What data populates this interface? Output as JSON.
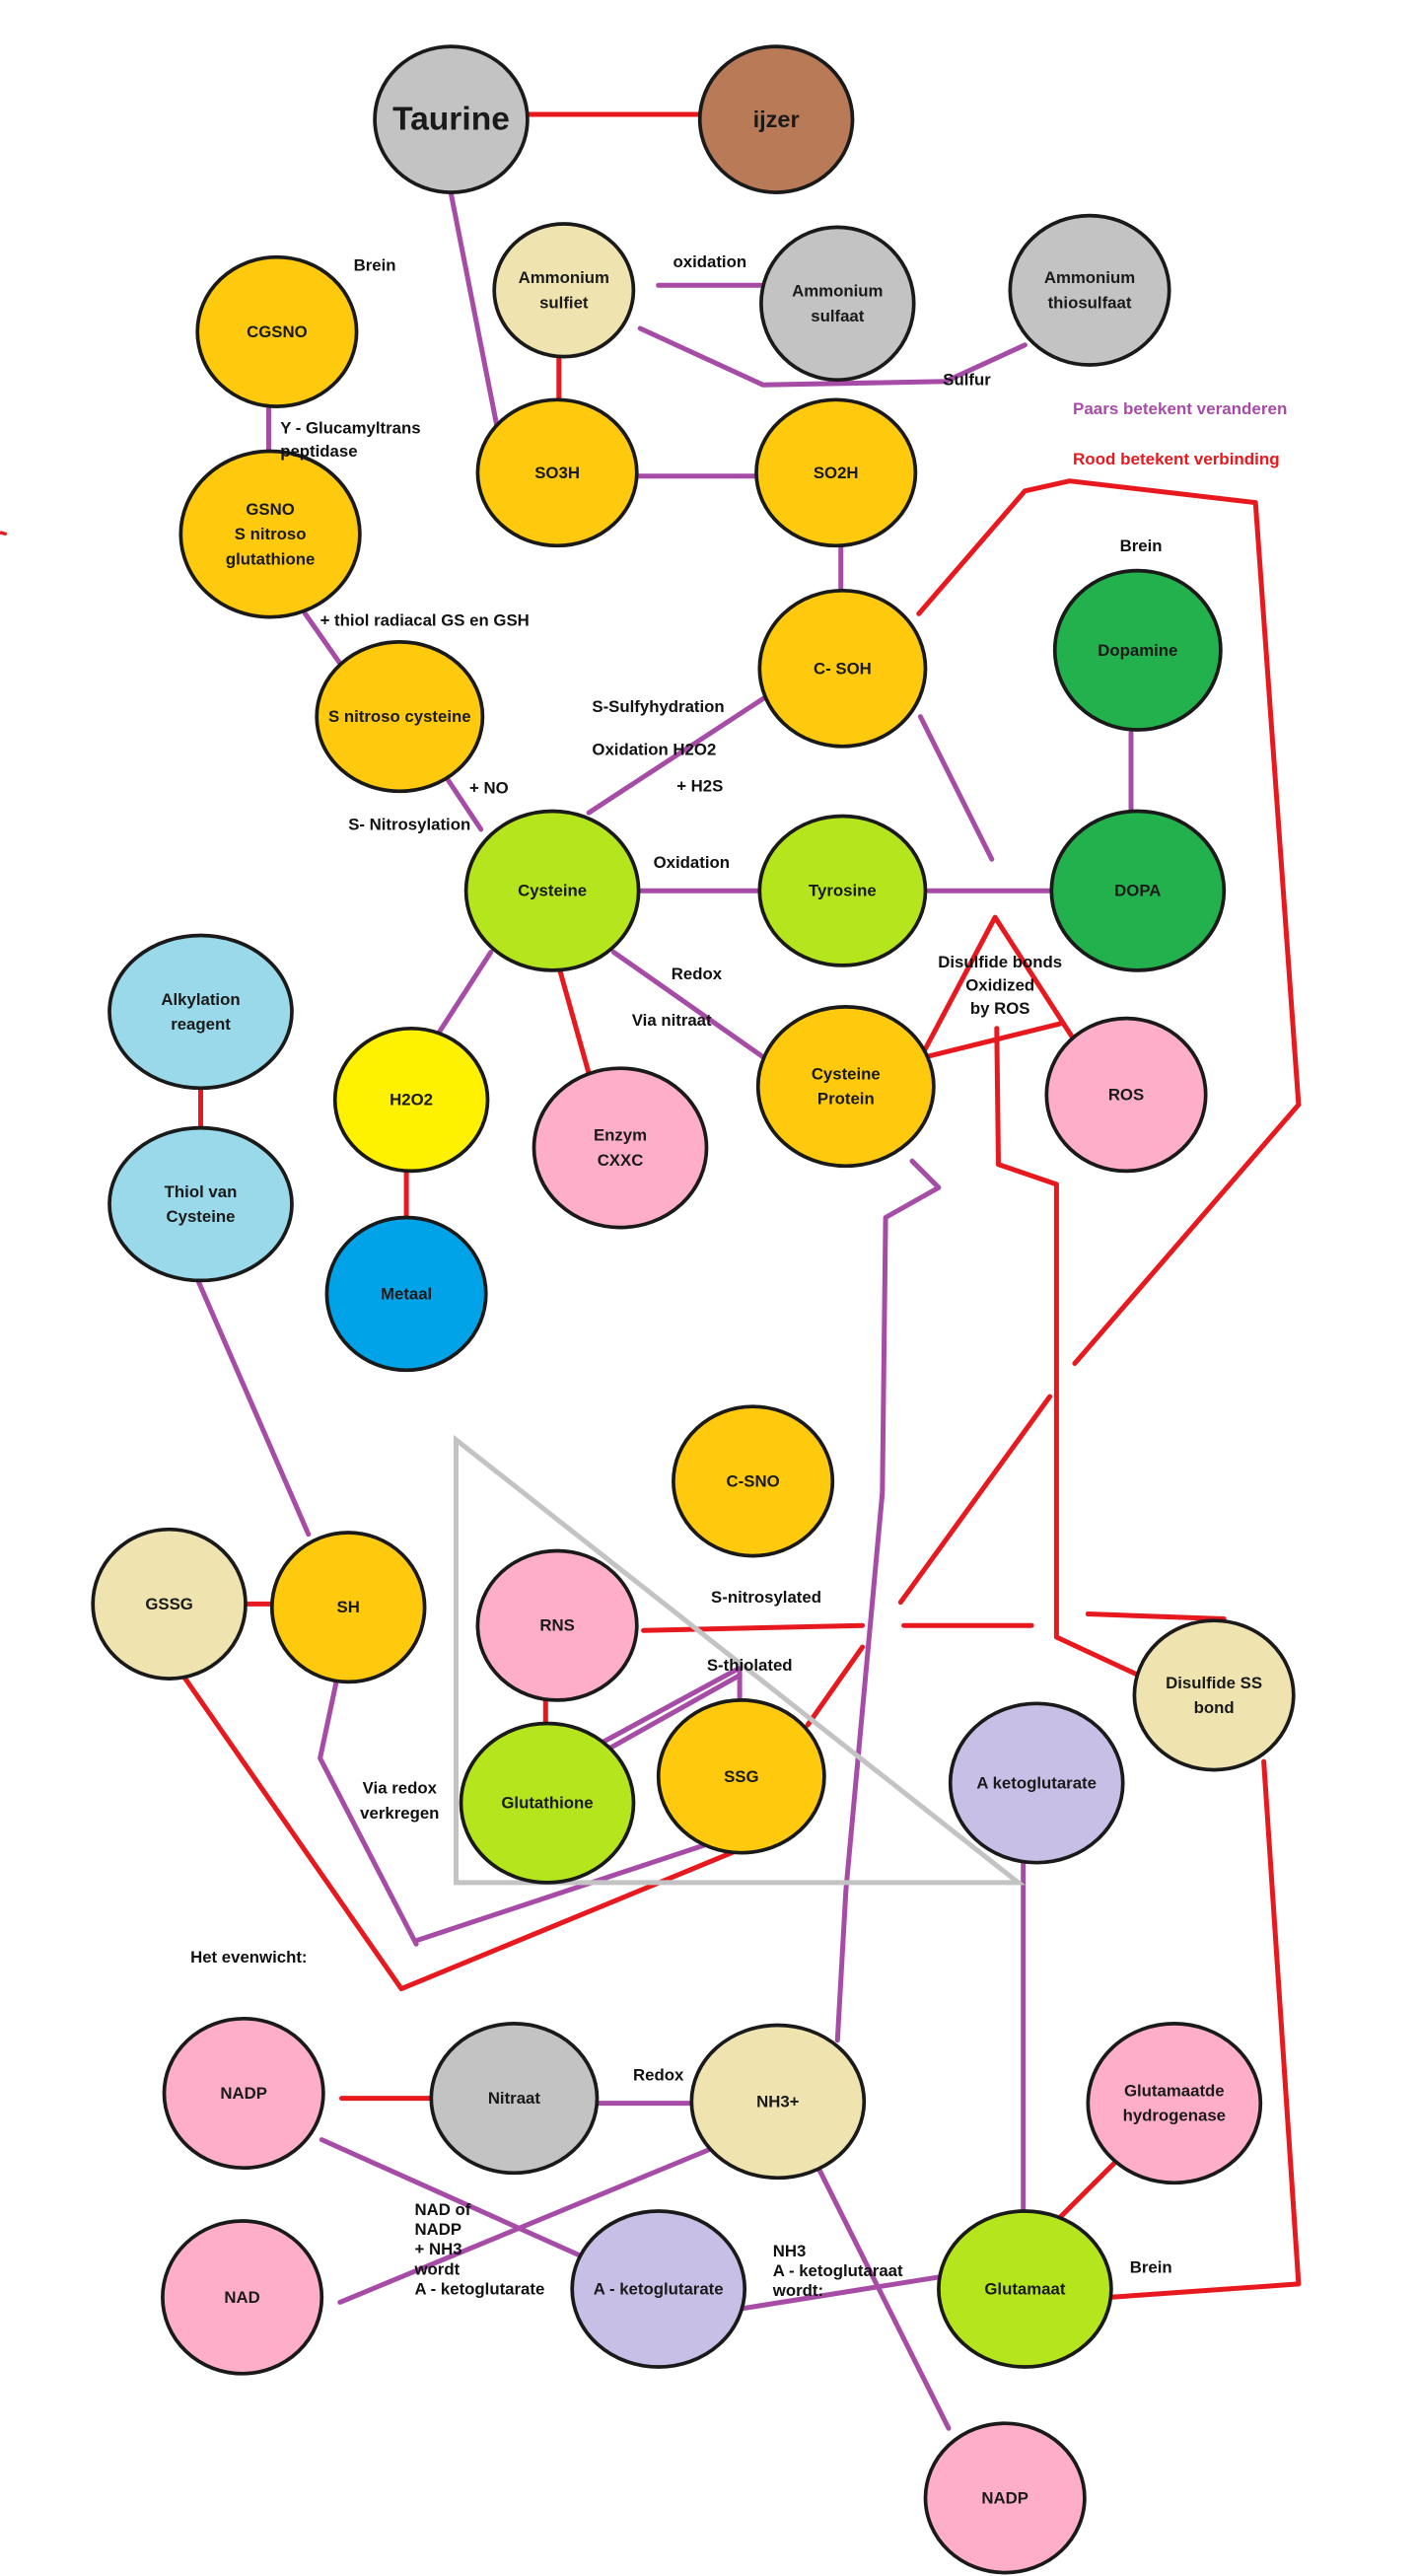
{
  "legend": {
    "purple_text": "Paars betekent veranderen",
    "red_text": "Rood betekent verbinding",
    "purple_color": "#a64ca6",
    "red_color": "#e8181f"
  },
  "colors": {
    "grey": "#c3c3c3",
    "brown": "#b97a57",
    "beige": "#efe4b0",
    "orange": "#ffc90e",
    "lime": "#b5e61d",
    "green": "#22b14c",
    "blue_light": "#99d9ea",
    "yellow": "#fff200",
    "blue": "#00a2e8",
    "pink": "#ffaec9",
    "lavender": "#c8bfe7",
    "outline": "#1a1a1a",
    "triangle": "#c3c3c3"
  },
  "nodes": [
    {
      "id": "taurine",
      "lines": [
        "Taurine"
      ],
      "color": "grey"
    },
    {
      "id": "ijzer",
      "lines": [
        "ijzer"
      ],
      "color": "brown"
    },
    {
      "id": "cgsno",
      "lines": [
        "CGSNO"
      ],
      "color": "orange"
    },
    {
      "id": "ammonium-sulfiet",
      "lines": [
        "Ammonium",
        "sulfiet"
      ],
      "color": "beige"
    },
    {
      "id": "ammonium-sulfaat",
      "lines": [
        "Ammonium",
        "sulfaat"
      ],
      "color": "grey"
    },
    {
      "id": "ammonium-thiosulfaat",
      "lines": [
        "Ammonium",
        "thiosulfaat"
      ],
      "color": "grey"
    },
    {
      "id": "so3h",
      "lines": [
        "SO3H"
      ],
      "color": "orange"
    },
    {
      "id": "so2h",
      "lines": [
        "SO2H"
      ],
      "color": "orange"
    },
    {
      "id": "gsno",
      "lines": [
        "GSNO",
        "S nitroso",
        "glutathione"
      ],
      "color": "orange"
    },
    {
      "id": "c-soh",
      "lines": [
        "C- SOH"
      ],
      "color": "orange"
    },
    {
      "id": "dopamine",
      "lines": [
        "Dopamine"
      ],
      "color": "green"
    },
    {
      "id": "s-nitroso-cysteine",
      "lines": [
        "S nitroso cysteine"
      ],
      "color": "orange"
    },
    {
      "id": "cysteine",
      "lines": [
        "Cysteine"
      ],
      "color": "lime"
    },
    {
      "id": "tyrosine",
      "lines": [
        "Tyrosine"
      ],
      "color": "lime"
    },
    {
      "id": "dopa",
      "lines": [
        "DOPA"
      ],
      "color": "green"
    },
    {
      "id": "alkylation-reagent",
      "lines": [
        "Alkylation",
        "reagent"
      ],
      "color": "blue_light"
    },
    {
      "id": "h2o2",
      "lines": [
        "H2O2"
      ],
      "color": "yellow"
    },
    {
      "id": "enzym-cxxc",
      "lines": [
        "Enzym",
        "CXXC"
      ],
      "color": "pink"
    },
    {
      "id": "cysteine-protein",
      "lines": [
        "Cysteine",
        "Protein"
      ],
      "color": "orange"
    },
    {
      "id": "ros",
      "lines": [
        "ROS"
      ],
      "color": "pink"
    },
    {
      "id": "thiol-van-cysteine",
      "lines": [
        "Thiol van",
        "Cysteine"
      ],
      "color": "blue_light"
    },
    {
      "id": "metaal",
      "lines": [
        "Metaal"
      ],
      "color": "blue"
    },
    {
      "id": "c-sno",
      "lines": [
        "C-SNO"
      ],
      "color": "orange"
    },
    {
      "id": "gssg",
      "lines": [
        "GSSG"
      ],
      "color": "beige"
    },
    {
      "id": "sh",
      "lines": [
        "SH"
      ],
      "color": "orange"
    },
    {
      "id": "rns",
      "lines": [
        "RNS"
      ],
      "color": "pink"
    },
    {
      "id": "disulfide-ss-bond",
      "lines": [
        "Disulfide SS",
        "bond"
      ],
      "color": "beige"
    },
    {
      "id": "glutathione",
      "lines": [
        "Glutathione"
      ],
      "color": "lime"
    },
    {
      "id": "ssg",
      "lines": [
        "SSG"
      ],
      "color": "orange"
    },
    {
      "id": "a-ketoglutarate-top",
      "lines": [
        "A ketoglutarate"
      ],
      "color": "lavender"
    },
    {
      "id": "nadp-left",
      "lines": [
        "NADP"
      ],
      "color": "pink"
    },
    {
      "id": "nitraat",
      "lines": [
        "Nitraat"
      ],
      "color": "grey"
    },
    {
      "id": "nh3plus",
      "lines": [
        "NH3+"
      ],
      "color": "beige"
    },
    {
      "id": "glutamaatde-hydrogenase",
      "lines": [
        "Glutamaatde",
        "hydrogenase"
      ],
      "color": "pink"
    },
    {
      "id": "nad",
      "lines": [
        "NAD"
      ],
      "color": "pink"
    },
    {
      "id": "a-ketoglutarate-bottom",
      "lines": [
        "A - ketoglutarate"
      ],
      "color": "lavender"
    },
    {
      "id": "glutamaat",
      "lines": [
        "Glutamaat"
      ],
      "color": "lime"
    },
    {
      "id": "nadp-bottom",
      "lines": [
        "NADP"
      ],
      "color": "pink"
    }
  ],
  "annotations": [
    {
      "id": "brein-top",
      "lines": [
        "Brein"
      ]
    },
    {
      "id": "oxidation-top",
      "lines": [
        "oxidation"
      ]
    },
    {
      "id": "sulfur",
      "lines": [
        "Sulfur"
      ]
    },
    {
      "id": "y-glucamyl",
      "lines": [
        "Y - Glucamyltrans",
        "peptidase"
      ]
    },
    {
      "id": "brein-right",
      "lines": [
        "Brein"
      ]
    },
    {
      "id": "thiol-radical",
      "lines": [
        "+ thiol radiacal GS en GSH"
      ]
    },
    {
      "id": "s-sulfyhydration",
      "lines": [
        "S-Sulfyhydration"
      ]
    },
    {
      "id": "oxidation-h2o2",
      "lines": [
        "Oxidation  H2O2"
      ]
    },
    {
      "id": "plus-h2s",
      "lines": [
        "+ H2S"
      ]
    },
    {
      "id": "plus-no",
      "lines": [
        "+ NO"
      ]
    },
    {
      "id": "s-nitrosylation",
      "lines": [
        "S- Nitrosylation"
      ]
    },
    {
      "id": "oxidation-mid",
      "lines": [
        "Oxidation"
      ]
    },
    {
      "id": "disulfide-bonds",
      "lines": [
        "Disulfide bonds",
        "Oxidized",
        "by ROS"
      ]
    },
    {
      "id": "redox-mid",
      "lines": [
        "Redox"
      ]
    },
    {
      "id": "via-nitraat",
      "lines": [
        "Via nitraat"
      ]
    },
    {
      "id": "s-nitrosylated",
      "lines": [
        "S-nitrosylated"
      ]
    },
    {
      "id": "s-thiolated",
      "lines": [
        "S-thiolated"
      ]
    },
    {
      "id": "via-redox",
      "lines": [
        "Via redox",
        "verkregen"
      ]
    },
    {
      "id": "het-evenwicht",
      "lines": [
        "Het evenwicht:"
      ]
    },
    {
      "id": "redox-bottom",
      "lines": [
        "Redox"
      ]
    },
    {
      "id": "nad-of-nadp",
      "lines": [
        "NAD  of",
        "NADP",
        "+ NH3",
        "wordt",
        "A - ketoglutarate"
      ]
    },
    {
      "id": "nh3-wordt",
      "lines": [
        "NH3",
        "A - ketoglutaraat",
        "wordt:"
      ]
    },
    {
      "id": "brein-bottom",
      "lines": [
        "Brein"
      ]
    }
  ]
}
